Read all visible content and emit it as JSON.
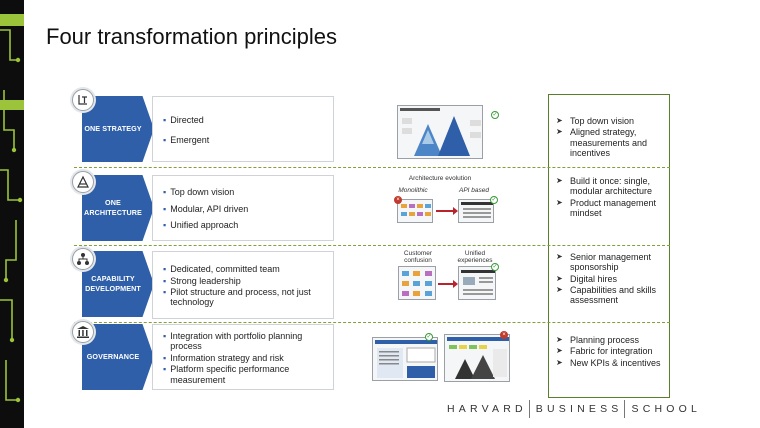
{
  "title": "Four transformation principles",
  "rows": [
    {
      "label": "ONE STRATEGY",
      "icon": "strategy-icon",
      "bullets": [
        "Directed",
        "Emergent"
      ]
    },
    {
      "label": "ONE\nARCHITECTURE",
      "icon": "architecture-icon",
      "bullets": [
        "Top down vision",
        "Modular, API driven",
        "Unified approach"
      ]
    },
    {
      "label": "CAPABILITY\nDEVELOPMENT",
      "icon": "org-chart-icon",
      "bullets": [
        "Dedicated, committed team",
        "Strong leadership",
        "Pilot structure and process, not just technology"
      ]
    },
    {
      "label": "GOVERNANCE",
      "icon": "building-icon",
      "bullets": [
        "Integration with portfolio planning process",
        "Information strategy and risk",
        "Platform specific performance measurement"
      ]
    }
  ],
  "illustrations": {
    "architecture_caption": "Architecture evolution",
    "monolithic": "Monolithic",
    "api_based": "API based",
    "customer_confusion": "Customer confusion",
    "unified_experiences": "Unified experiences"
  },
  "outcomes": [
    [
      "Top down vision",
      "Aligned strategy, measurements and incentives"
    ],
    [
      "Build it once: single, modular architecture",
      "Product management mindset"
    ],
    [
      "Senior management sponsorship",
      "Digital hires",
      "Capabilities and skills assessment"
    ],
    [
      "Planning process",
      "Fabric for integration",
      "New KPIs & incentives"
    ]
  ],
  "footer": {
    "part1": "HARVARD",
    "part2": "BUSINESS",
    "part3": "SCHOOL"
  },
  "colors": {
    "accent_blue": "#2f5fa8",
    "panel_green": "#5a7f2a",
    "dashed_green": "#7fa23a",
    "red_arrow": "#b8232d"
  }
}
